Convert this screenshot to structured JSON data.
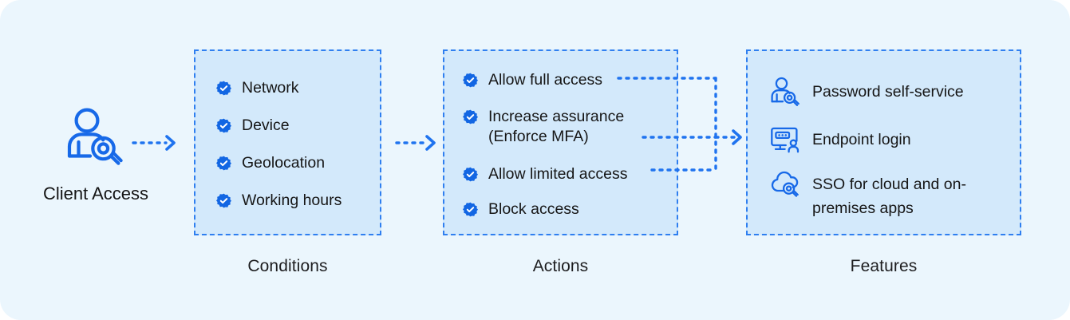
{
  "theme": {
    "page_background": "#ebf6fd",
    "box_fill": "#d3e9fb",
    "accent_blue": "#2f7ff0",
    "icon_blue": "#1769e8",
    "text_color": "#161616"
  },
  "source": {
    "label": "Client Access",
    "icon": "user-magnifier-icon"
  },
  "stages": [
    {
      "name": "conditions",
      "label": "Conditions",
      "items": [
        {
          "label": "Network",
          "icon": "check-badge-icon"
        },
        {
          "label": "Device",
          "icon": "check-badge-icon"
        },
        {
          "label": "Geolocation",
          "icon": "check-badge-icon"
        },
        {
          "label": "Working hours",
          "icon": "check-badge-icon"
        }
      ]
    },
    {
      "name": "actions",
      "label": "Actions",
      "items": [
        {
          "label": "Allow full access",
          "icon": "check-badge-icon"
        },
        {
          "label": "Increase assurance\n(Enforce MFA)",
          "icon": "check-badge-icon"
        },
        {
          "label": "Allow limited access",
          "icon": "check-badge-icon"
        },
        {
          "label": "Block access",
          "icon": "check-badge-icon"
        }
      ]
    },
    {
      "name": "features",
      "label": "Features",
      "items": [
        {
          "label": "Password self-service",
          "icon": "user-magnifier-icon"
        },
        {
          "label": "Endpoint login",
          "icon": "monitor-user-icon"
        },
        {
          "label": "SSO for cloud and on-\npremises apps",
          "icon": "cloud-magnifier-icon"
        }
      ]
    }
  ],
  "connectors": [
    {
      "name": "client-to-conditions",
      "style": "dotted-arrow"
    },
    {
      "name": "conditions-to-actions",
      "style": "dotted-arrow"
    },
    {
      "name": "allow-full-access-to-features",
      "style": "dotted-elbow"
    },
    {
      "name": "increase-assurance-to-features",
      "style": "dotted-straight"
    },
    {
      "name": "allow-limited-access-to-features",
      "style": "dotted-elbow"
    },
    {
      "name": "actions-bus-to-features",
      "style": "dotted-arrow"
    }
  ]
}
